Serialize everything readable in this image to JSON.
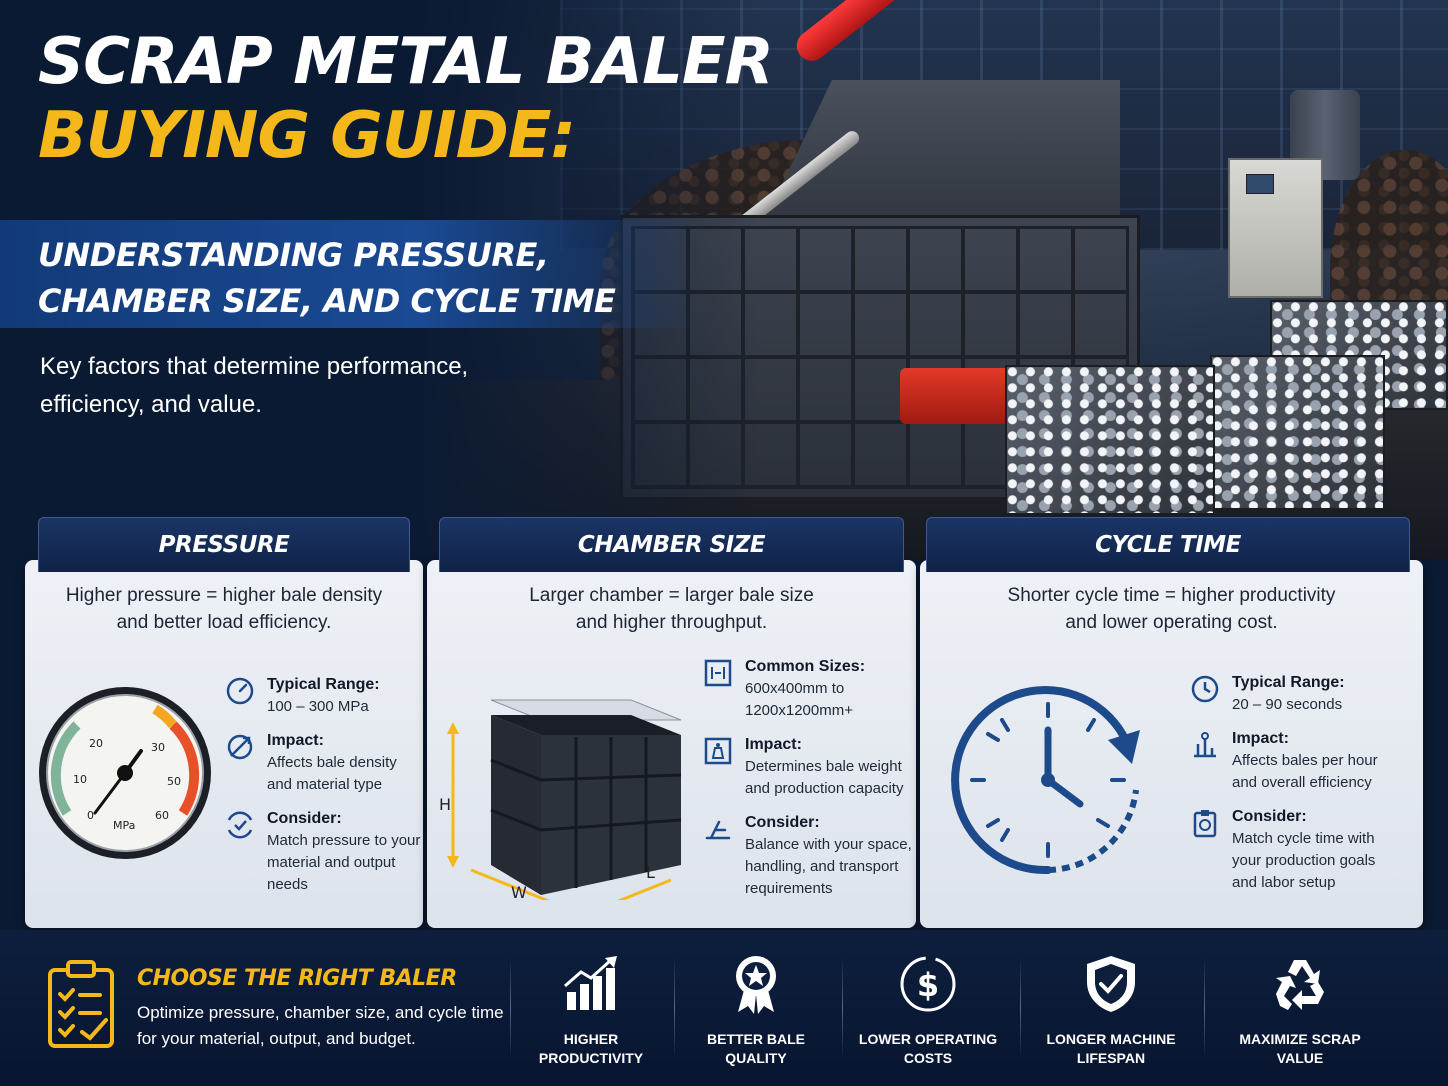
{
  "hero": {
    "title_line1": "SCRAP METAL BALER",
    "title_line2": "BUYING GUIDE:",
    "subtitle_line1": "UNDERSTANDING PRESSURE,",
    "subtitle_line2": "CHAMBER SIZE, AND CYCLE TIME",
    "intro_line1": "Key factors that determine performance,",
    "intro_line2": "efficiency, and value."
  },
  "colors": {
    "navy": "#0b1a33",
    "accent_yellow": "#f5b81a",
    "accent_blue": "#1a4a94",
    "icon_blue": "#1d4a8a"
  },
  "cards": {
    "pressure": {
      "title": "PRESSURE",
      "desc_line1": "Higher pressure = higher bale density",
      "desc_line2": "and better load efficiency.",
      "gauge": {
        "unit": "MPa",
        "ticks": [
          "0",
          "10",
          "20",
          "30",
          "50",
          "60"
        ]
      },
      "facts": [
        {
          "icon": "gauge-icon",
          "head": "Typical Range:",
          "body1": "100 – 300 MPa",
          "body2": ""
        },
        {
          "icon": "impact-icon",
          "head": "Impact:",
          "body1": "Affects bale density",
          "body2": "and material type"
        },
        {
          "icon": "consider-icon",
          "head": "Consider:",
          "body1": "Match pressure to your",
          "body2": "material and output needs"
        }
      ]
    },
    "chamber": {
      "title": "CHAMBER SIZE",
      "desc_line1": "Larger chamber = larger bale size",
      "desc_line2": "and higher throughput.",
      "dims": {
        "h": "H",
        "w": "W",
        "l": "L"
      },
      "facts": [
        {
          "icon": "dimensions-icon",
          "head": "Common Sizes:",
          "body1": "600x400mm to",
          "body2": "1200x1200mm+",
          "body3": ""
        },
        {
          "icon": "weight-icon",
          "head": "Impact:",
          "body1": "Determines bale weight",
          "body2": "and production capacity",
          "body3": ""
        },
        {
          "icon": "handling-icon",
          "head": "Consider:",
          "body1": "Balance with your space,",
          "body2": "handling, and transport",
          "body3": "requirements"
        }
      ]
    },
    "cycle": {
      "title": "CYCLE TIME",
      "desc_line1": "Shorter cycle time = higher productivity",
      "desc_line2": "and lower operating cost.",
      "facts": [
        {
          "icon": "clock-icon",
          "head": "Typical Range:",
          "body1": "20 – 90 seconds",
          "body2": "",
          "body3": ""
        },
        {
          "icon": "efficiency-icon",
          "head": "Impact:",
          "body1": "Affects bales per hour",
          "body2": "and overall efficiency",
          "body3": ""
        },
        {
          "icon": "clipboard-icon",
          "head": "Consider:",
          "body1": "Match cycle time with",
          "body2": "your production goals",
          "body3": "and labor setup"
        }
      ]
    }
  },
  "footer": {
    "choose_title": "CHOOSE THE RIGHT BALER",
    "choose_body_line1": "Optimize pressure, chamber size, and cycle time",
    "choose_body_line2": "for your material, output, and budget.",
    "benefits": [
      {
        "icon": "bar-chart-icon",
        "line1": "HIGHER",
        "line2": "PRODUCTIVITY"
      },
      {
        "icon": "award-ribbon-icon",
        "line1": "BETTER BALE",
        "line2": "QUALITY"
      },
      {
        "icon": "dollar-icon",
        "line1": "LOWER OPERATING",
        "line2": "COSTS"
      },
      {
        "icon": "shield-check-icon",
        "line1": "LONGER MACHINE",
        "line2": "LIFESPAN"
      },
      {
        "icon": "recycle-icon",
        "line1": "MAXIMIZE SCRAP",
        "line2": "VALUE"
      }
    ]
  }
}
